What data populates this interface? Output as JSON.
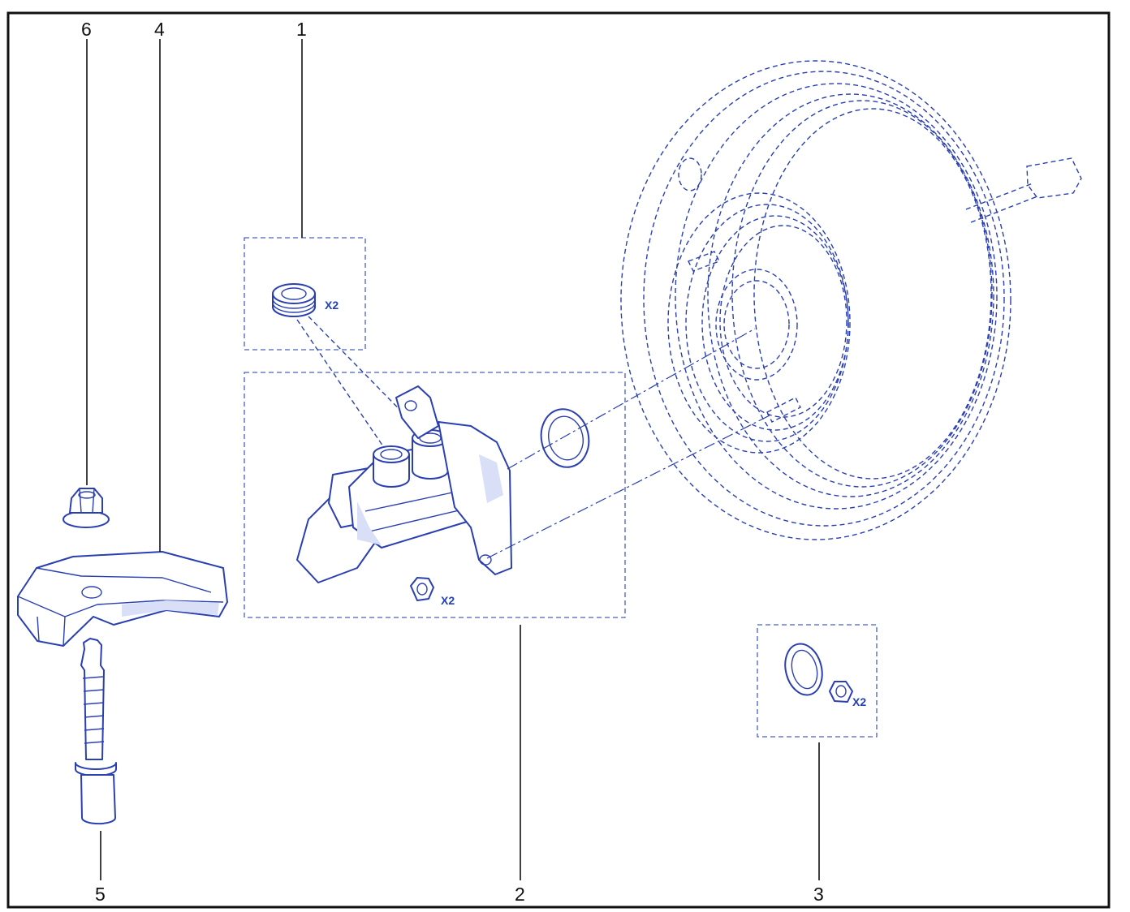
{
  "callouts": {
    "c1": "1",
    "c2": "2",
    "c3": "3",
    "c4": "4",
    "c5": "5",
    "c6": "6"
  },
  "quantities": {
    "seal_qty": "X2",
    "nut_qty_main": "X2",
    "nut_qty_kit": "X2"
  },
  "colors": {
    "line_art": "#2a3fb0",
    "dashed_box": "#4a5fbf",
    "callout_text": "#111111",
    "frame": "#111111"
  }
}
